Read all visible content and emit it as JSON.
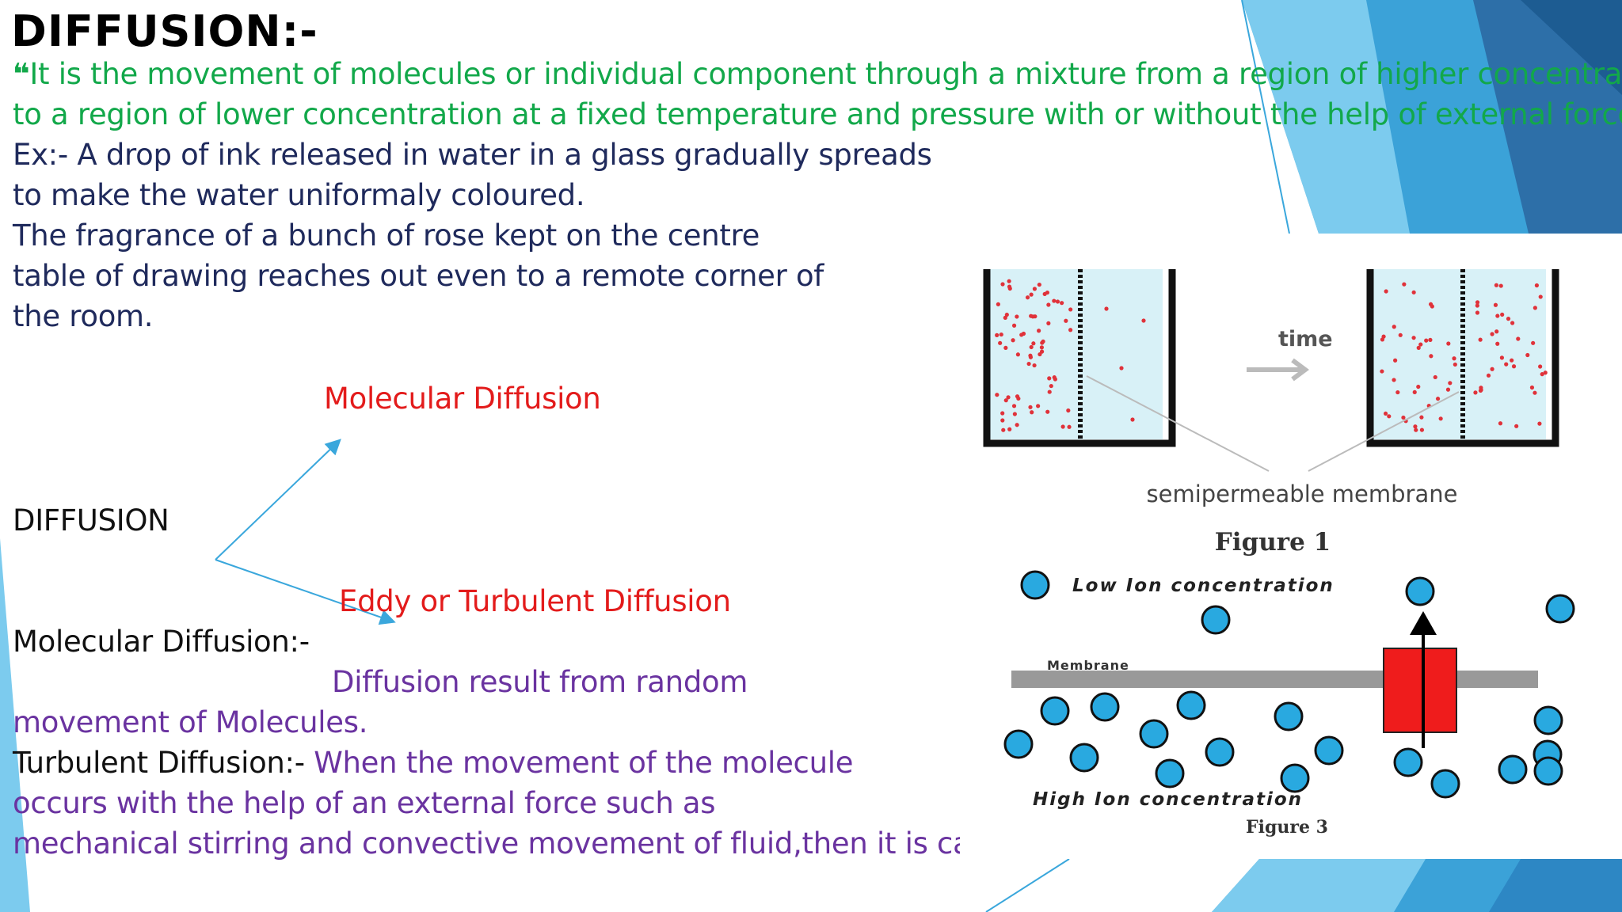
{
  "slide": {
    "title": "DIFFUSION:-",
    "definition_quote": "❝",
    "definition_line1": "It is the movement of molecules or individual component through a mixture from a region of higher concentration",
    "definition_line2": "to a region of lower concentration at a fixed temperature and pressure with or without the help of external force.",
    "example_lines": [
      "Ex:- A drop of ink released in water in a glass gradually spreads",
      "to make the water uniformaly coloured.",
      "The fragrance of a bunch of rose kept on the centre",
      "table of drawing reaches out even to a remote corner of",
      "the room."
    ],
    "branch_root": "DIFFUSION",
    "branch_top": "Molecular Diffusion",
    "branch_bottom": "Eddy or Turbulent Diffusion",
    "molecular_heading": "Molecular Diffusion:-",
    "molecular_text_1": "Diffusion result from random",
    "molecular_text_2": "movement of Molecules.",
    "turbulent_heading": "Turbulent Diffusion:- ",
    "turbulent_text_1": "When the movement of the molecule",
    "turbulent_text_2": "occurs with the help of an external force such as",
    "turbulent_text_3": " mechanical stirring and convective movement of fluid,then it is called"
  },
  "figure1": {
    "time_label": "time",
    "membrane_label": "semipermeable membrane",
    "caption": "Figure 1"
  },
  "figure3": {
    "low_label": "Low Ion concentration",
    "membrane_label": "Membrane",
    "high_label": "High Ion concentration",
    "caption": "Figure 3"
  },
  "colors": {
    "definition": "#12a84a",
    "example": "#1f2a5c",
    "branch": "#e31b1b",
    "explanation": "#6a33a0",
    "accent_blue": "#3aa7dc",
    "water": "#d8f1f7",
    "particle": "#e0323a",
    "ion": "#29a9e0",
    "pump": "#ef1c1c"
  }
}
